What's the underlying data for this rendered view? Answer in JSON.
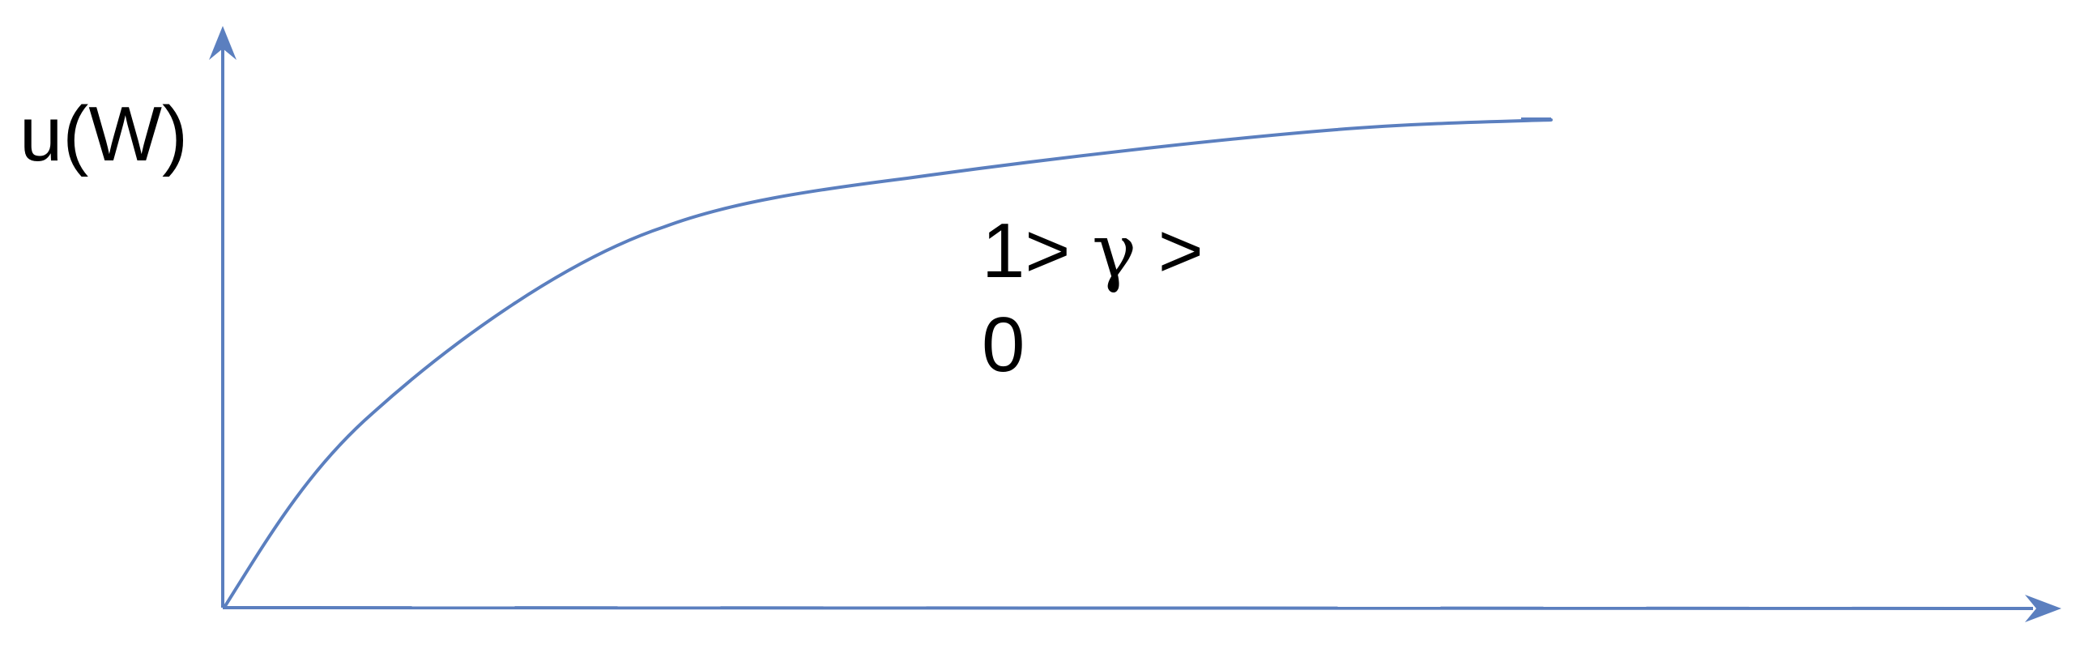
{
  "diagram": {
    "y_axis_label": "u(W)",
    "condition": {
      "line1_prefix": "1>",
      "symbol": "γ",
      "line1_suffix": ">",
      "line2": "0"
    },
    "colors": {
      "curve": "#5b7fbf",
      "axis": "#5b7fbf",
      "text": "#000000"
    },
    "curve_shape": "concave increasing utility curve from origin, flattening toward the right"
  }
}
